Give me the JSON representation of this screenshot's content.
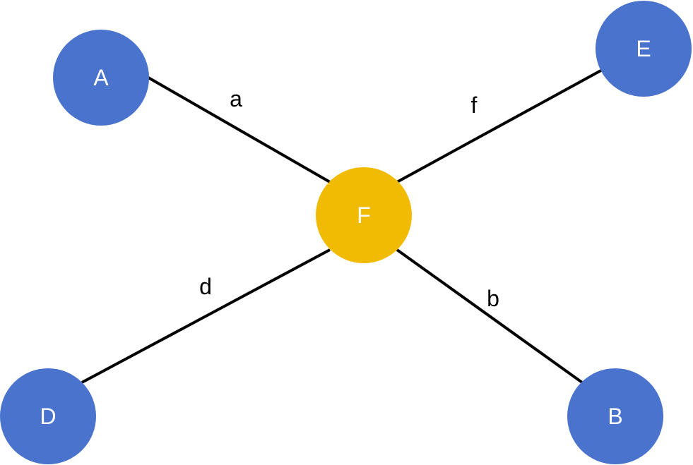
{
  "colors": {
    "outer_node": "#4a73cd",
    "center_node": "#f1bb04",
    "edge": "#000000",
    "node_text": "#ffffff",
    "edge_text": "#000000"
  },
  "nodes": {
    "A": {
      "label": "A",
      "role": "outer"
    },
    "B": {
      "label": "B",
      "role": "outer"
    },
    "D": {
      "label": "D",
      "role": "outer"
    },
    "E": {
      "label": "E",
      "role": "outer"
    },
    "F": {
      "label": "F",
      "role": "center"
    }
  },
  "edges": {
    "a": {
      "label": "a",
      "from": "A",
      "to": "F"
    },
    "f": {
      "label": "f",
      "from": "E",
      "to": "F"
    },
    "d": {
      "label": "d",
      "from": "D",
      "to": "F"
    },
    "b": {
      "label": "b",
      "from": "B",
      "to": "F"
    }
  }
}
